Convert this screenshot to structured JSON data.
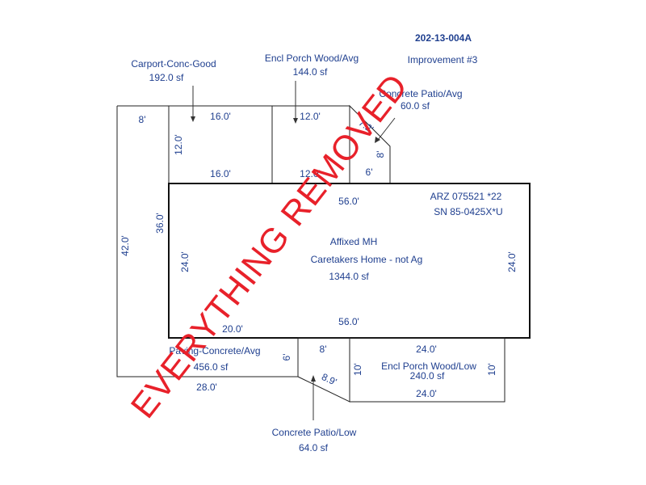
{
  "header": {
    "parcel_id": "202-13-004A",
    "improvement": "Improvement #3"
  },
  "areas": {
    "carport": {
      "name": "Carport-Conc-Good",
      "area": "192.0 sf"
    },
    "encl_porch_avg": {
      "name": "Encl Porch Wood/Avg",
      "area": "144.0 sf"
    },
    "patio_avg": {
      "name": "Concrete Patio/Avg",
      "area": "60.0 sf"
    },
    "main_home": {
      "line1": "Affixed MH",
      "line2": "Caretakers Home - not Ag",
      "area": "1344.0 sf"
    },
    "serial": {
      "line1": "ARZ 075521 *22",
      "line2": "SN 85-0425X*U"
    },
    "paving": {
      "name": "Paving-Concrete/Avg",
      "area": "456.0 sf"
    },
    "encl_porch_low": {
      "name": "Encl Porch Wood/Low",
      "area": "240.0 sf"
    },
    "patio_low": {
      "name": "Concrete Patio/Low",
      "area": "64.0 sf"
    }
  },
  "dimensions": {
    "paving_top": "8'",
    "paving_left": "42.0'",
    "paving_inner": "36.0'",
    "paving_bottom": "28.0'",
    "carport_top": "16.0'",
    "carport_bottom": "16.0'",
    "carport_side": "12.0'",
    "porch_avg_top": "12.0'",
    "porch_avg_bottom": "12.0'",
    "patio_avg_diag": "7.2'",
    "patio_avg_side": "8'",
    "patio_avg_bottom": "6'",
    "home_top": "56.0'",
    "home_bottom": "56.0'",
    "home_left": "24.0'",
    "home_right": "24.0'",
    "home_bottom_left": "20.0'",
    "patio_low_top": "8'",
    "patio_low_side": "6'",
    "patio_low_diag": "8.9'",
    "porch_low_top": "24.0'",
    "porch_low_bottom": "24.0'",
    "porch_low_left": "10'",
    "porch_low_right": "10'"
  },
  "stamp": "EVERYTHING REMOVED",
  "colors": {
    "label": "#1f3f8f",
    "stamp": "#e8212a",
    "lines": "#222222"
  }
}
